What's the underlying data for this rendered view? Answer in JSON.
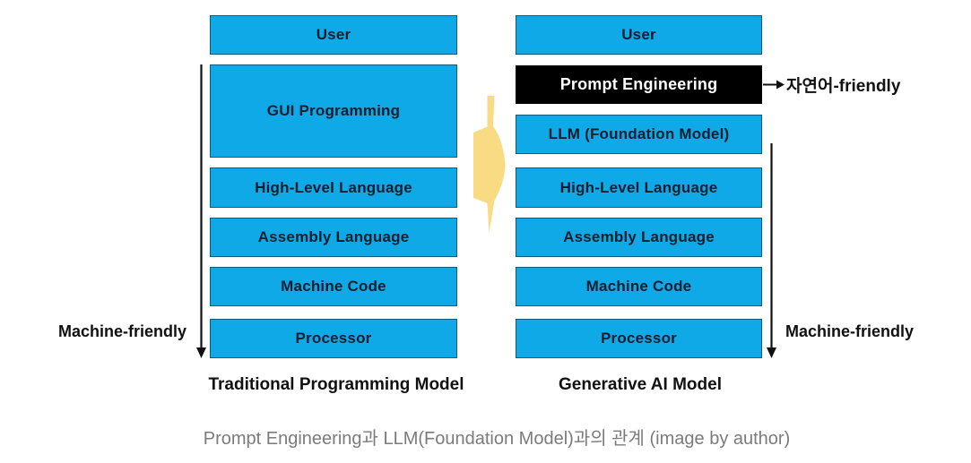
{
  "colors": {
    "box_blue": "#10A9E7",
    "box_black": "#000000",
    "box_text_dark": "#0B1E2D",
    "box_text_light": "#FFFFFF",
    "transform_arrow_yellow": "#F8DB82",
    "caption_gray": "#7B7B7B",
    "arrow_black": "#111111"
  },
  "left": {
    "boxes": [
      {
        "label": "User"
      },
      {
        "label": "GUI Programming"
      },
      {
        "label": "High-Level Language"
      },
      {
        "label": "Assembly Language"
      },
      {
        "label": "Machine Code"
      },
      {
        "label": "Processor"
      }
    ],
    "title": "Traditional Programming Model",
    "side_label": "Machine-friendly"
  },
  "right": {
    "boxes": [
      {
        "label": "User"
      },
      {
        "label": "Prompt Engineering"
      },
      {
        "label": "LLM (Foundation Model)"
      },
      {
        "label": "High-Level Language"
      },
      {
        "label": "Assembly Language"
      },
      {
        "label": "Machine Code"
      },
      {
        "label": "Processor"
      }
    ],
    "title": "Generative AI Model",
    "side_label": "Machine-friendly",
    "callout_label": "자연어-friendly"
  },
  "caption": "Prompt Engineering과 LLM(Foundation Model)과의 관계 (image by author)"
}
